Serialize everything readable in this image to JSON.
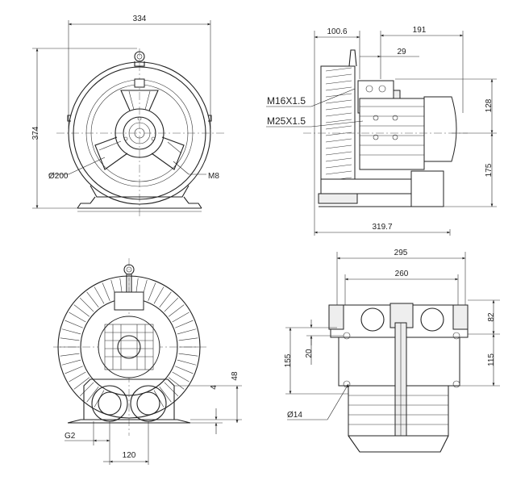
{
  "front_view": {
    "width": "334",
    "height": "374",
    "housing_diameter": "Ø200",
    "bolt_thread": "M8"
  },
  "side_view": {
    "inlet_offset": "100.6",
    "top_length": "191",
    "terminal_offset": "29",
    "cable_gland_small": "M16X1.5",
    "cable_gland_large": "M25X1.5",
    "upper_height": "128",
    "lower_height": "175",
    "overall_length": "319.7"
  },
  "rear_view": {
    "port_height_small": "4",
    "port_height": "48",
    "port_thread": "G2",
    "port_spacing": "120"
  },
  "bottom_view": {
    "overall_width": "295",
    "foot_spacing": "260",
    "upper_dim": "82",
    "lower_dim": "115",
    "foot_height": "155",
    "foot_offset": "20",
    "hole_diameter": "Ø14"
  }
}
